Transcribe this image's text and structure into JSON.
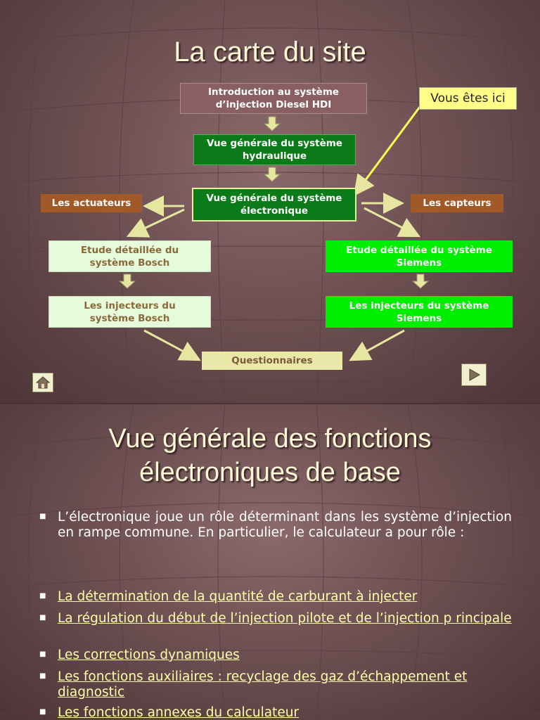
{
  "slide1": {
    "title": "La carte du site",
    "you_are_here": "Vous êtes ici",
    "boxes": {
      "intro_line1": "Introduction au système",
      "intro_line2": "d’injection Diesel HDI",
      "hydraulique_line1": "Vue générale du système",
      "hydraulique_line2": "hydraulique",
      "electronique_line1": "Vue générale du système",
      "electronique_line2": "électronique",
      "actuateurs": "Les actuateurs",
      "capteurs": "Les capteurs",
      "bosch_study_line1": "Etude détaillée du",
      "bosch_study_line2": "système Bosch",
      "siemens_study_line1": "Etude détaillée du système",
      "siemens_study_line2": "Siemens",
      "bosch_inj_line1": "Les injecteurs du",
      "bosch_inj_line2": "système Bosch",
      "siemens_inj_line1": "Les injecteurs du système",
      "siemens_inj_line2": "Siemens",
      "questionnaires": "Questionnaires"
    },
    "colors": {
      "current_border": "#e8f0a0",
      "arrow": "#e6e6a0",
      "highlight": "#ffff88"
    }
  },
  "slide2": {
    "title_line1": "Vue générale des fonctions",
    "title_line2": "électroniques de base",
    "intro_text": "L’électronique joue un rôle déterminant dans les système d’injection en rampe commune. En particulier, le calculateur a pour rôle :",
    "links": [
      "La détermination de la quantité de carburant à injecter",
      "La régulation du début de l’injection pilote et de l’injection p rincipale ",
      "Les corrections dynamiques",
      "Les fonctions auxiliaires : recyclage des gaz d’échappement  et diagnostic",
      "Les fonctions annexes du calculateur"
    ],
    "colors": {
      "link": "#ffffaa",
      "title": "#fff7d6"
    }
  },
  "icons": [
    "home-icon",
    "next-arrow-icon",
    "bullet-square-icon"
  ]
}
